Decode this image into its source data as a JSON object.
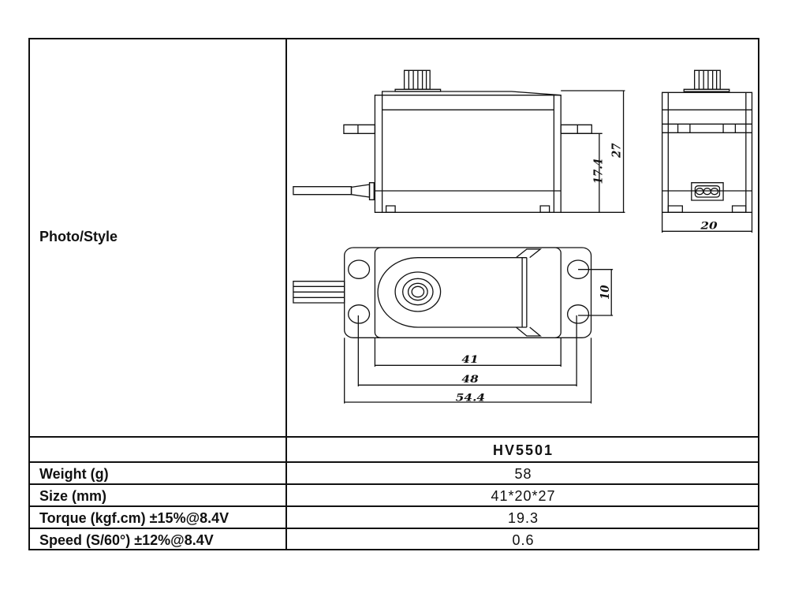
{
  "table": {
    "photo_label": "Photo/Style",
    "model": "HV5501",
    "rows": [
      {
        "label": "Weight (g)",
        "value": "58"
      },
      {
        "label": "Size (mm)",
        "value": "41*20*27"
      },
      {
        "label": "Torque (kgf.cm) ±15%@8.4V",
        "value": "19.3"
      },
      {
        "label": "Speed (S/60°) ±12%@8.4V",
        "value": "0.6"
      }
    ]
  },
  "drawing": {
    "dim_height_body": "17.4",
    "dim_height_total": "27",
    "dim_width": "20",
    "dim_hole_spacing_v": "10",
    "dim_length_body": "41",
    "dim_hole_spacing_h": "48",
    "dim_length_total": "54.4"
  }
}
